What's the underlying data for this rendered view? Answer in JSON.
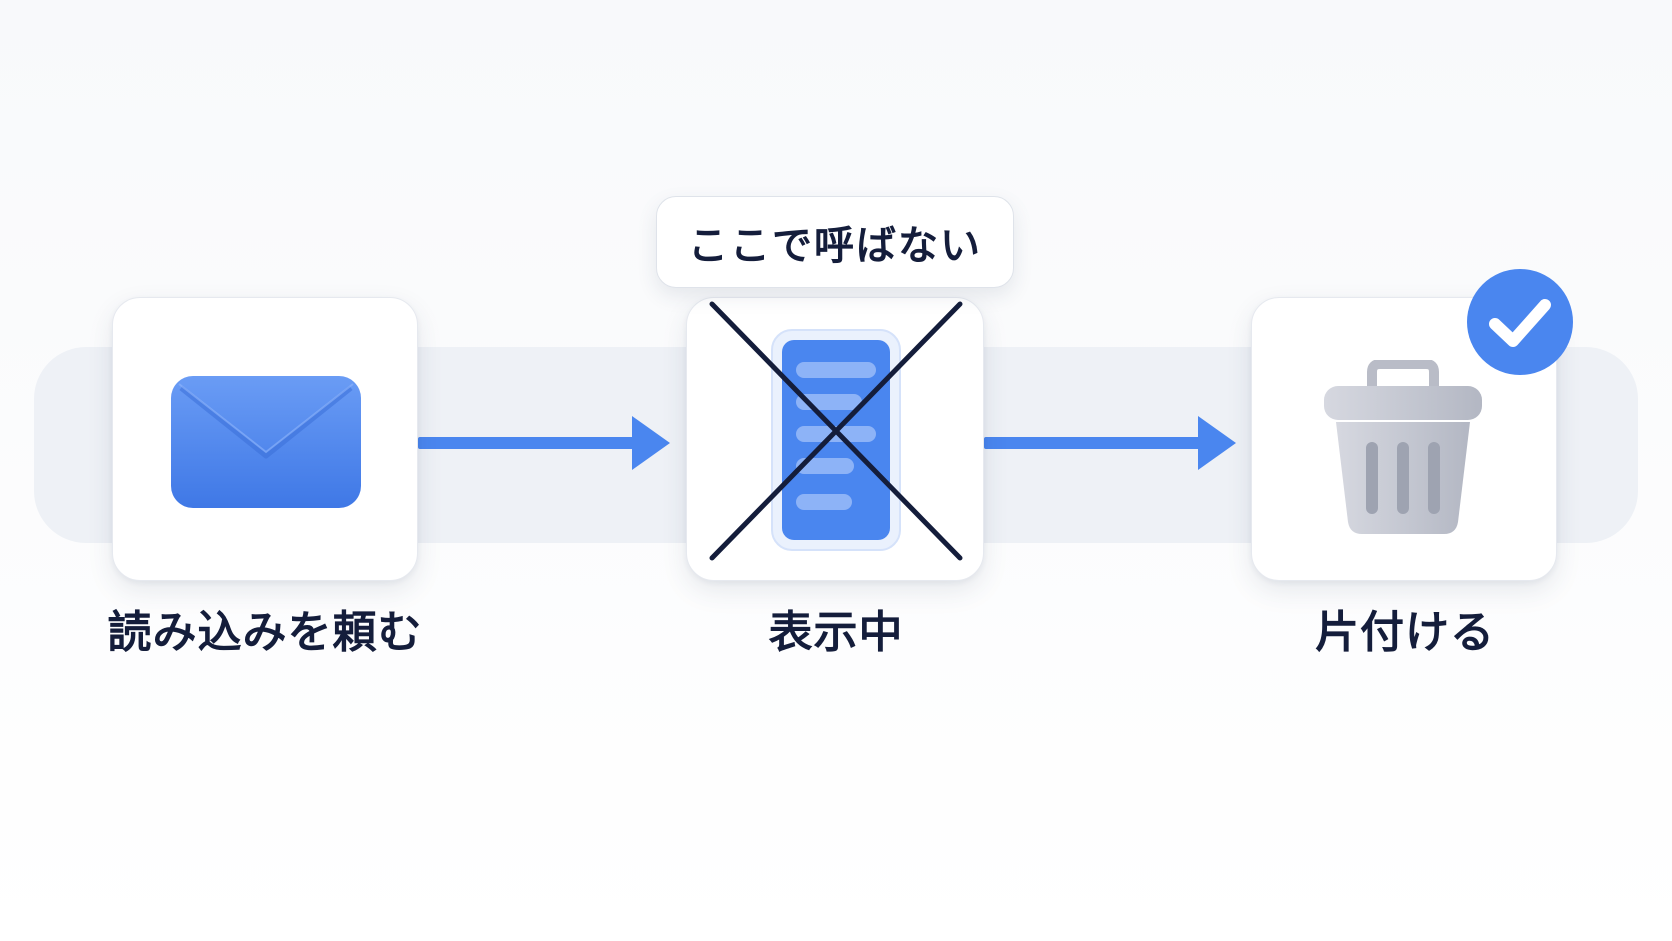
{
  "steps": [
    {
      "label": "読み込みを頼む",
      "icon": "envelope-icon"
    },
    {
      "label": "表示中",
      "icon": "phone-screen-icon"
    },
    {
      "label": "片付ける",
      "icon": "trash-can-icon"
    }
  ],
  "callout": {
    "text": "ここで呼ばない"
  },
  "colors": {
    "accent": "#4a86ef",
    "text": "#141d3b",
    "track": "#eef1f6",
    "trash": "#c9ccd6"
  }
}
